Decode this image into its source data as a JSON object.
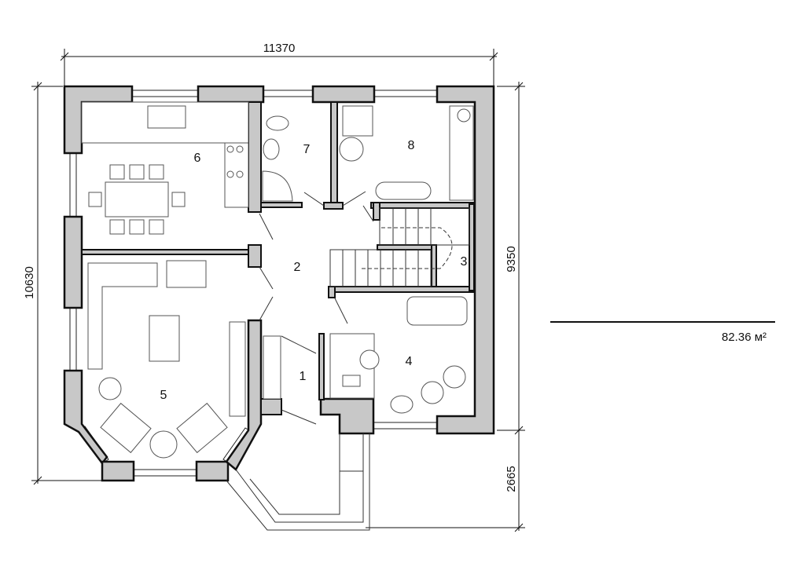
{
  "plan": {
    "dimensions": {
      "overall_width": "11370",
      "overall_depth": "10630",
      "house_depth": "9350",
      "porch_depth": "2665"
    },
    "rooms": [
      {
        "number": "1"
      },
      {
        "number": "2"
      },
      {
        "number": "3"
      },
      {
        "number": "4"
      },
      {
        "number": "5"
      },
      {
        "number": "6"
      },
      {
        "number": "7"
      },
      {
        "number": "8"
      }
    ],
    "total_area": "82.36 м²",
    "colors": {
      "wall_fill": "#c8c8c8",
      "line": "#111111"
    }
  }
}
